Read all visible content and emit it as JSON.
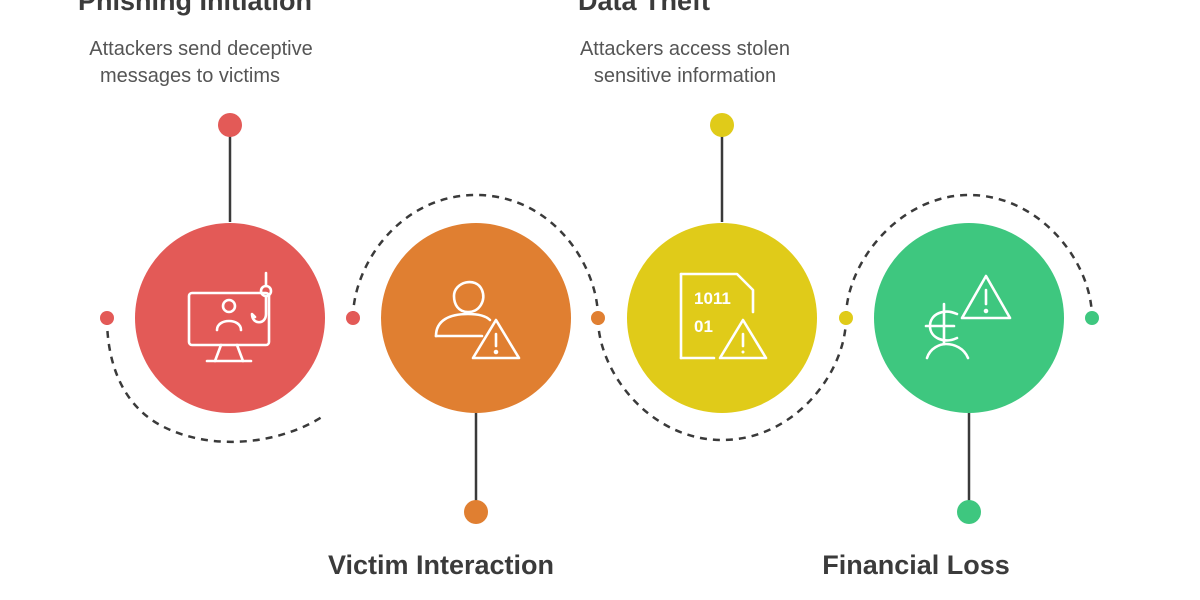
{
  "steps": [
    {
      "title": "Phishing Initiation",
      "description_lines": [
        "Attackers send deceptive",
        "messages to victims"
      ],
      "color": "#e35a57",
      "icon": "computer-phishing-hook-icon"
    },
    {
      "title": "Victim Interaction",
      "description_lines": [],
      "color": "#e07f31",
      "icon": "user-warning-icon"
    },
    {
      "title": "Data Theft",
      "description_lines": [
        "Attackers access stolen",
        "sensitive information"
      ],
      "color": "#e0cb19",
      "icon": "binary-file-warning-icon"
    },
    {
      "title": "Financial Loss",
      "description_lines": [],
      "color": "#3ec77f",
      "icon": "euro-warning-icon"
    }
  ],
  "icon_texts": {
    "binary_row1": "1011",
    "binary_row2": "01"
  },
  "colors": {
    "connector": "#3a3a3a",
    "title_text": "#3b3b3b",
    "desc_text": "#555555"
  }
}
